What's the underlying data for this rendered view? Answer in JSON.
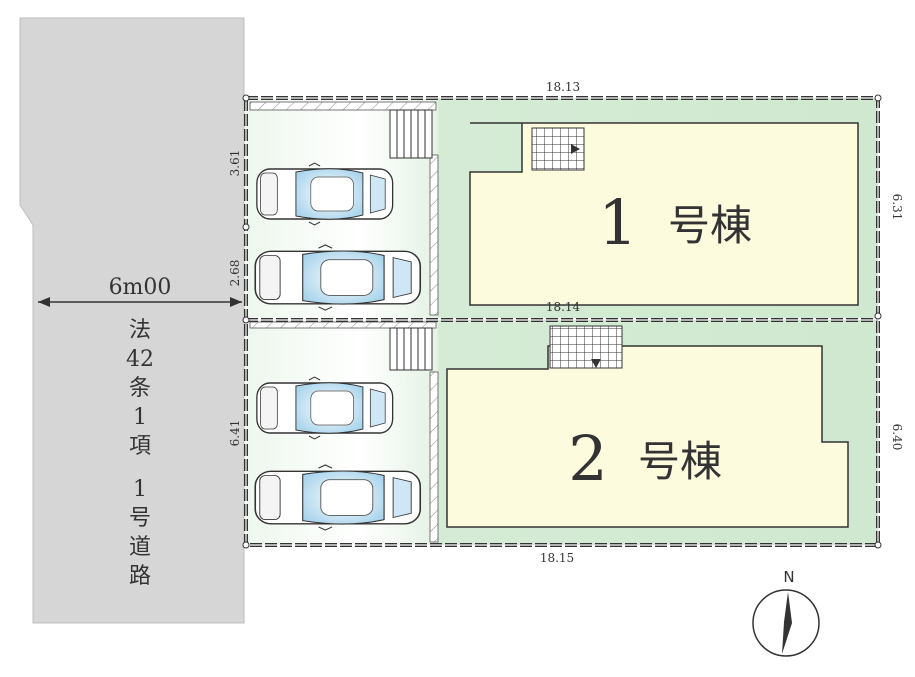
{
  "road": {
    "width_label": "6m00",
    "type_label": [
      "法",
      "42",
      "条",
      "1",
      "項",
      "1",
      "号",
      "道",
      "路"
    ]
  },
  "lots": [
    {
      "number": "1",
      "name_suffix": "号棟",
      "top_label": "18.13",
      "bottom_label": "18.14",
      "right_label": "6.31",
      "left_labels": [
        "3.61",
        "2.68"
      ]
    },
    {
      "number": "2",
      "name_suffix": "号棟",
      "bottom_label": "18.15",
      "right_label": "6.40",
      "left_label": "6.41"
    }
  ],
  "compass": {
    "label": "N"
  },
  "colors": {
    "road": "#d6d6d6",
    "lot_green": "#d7ecd7",
    "building": "#fcfbdd",
    "boundary": "#333333"
  }
}
